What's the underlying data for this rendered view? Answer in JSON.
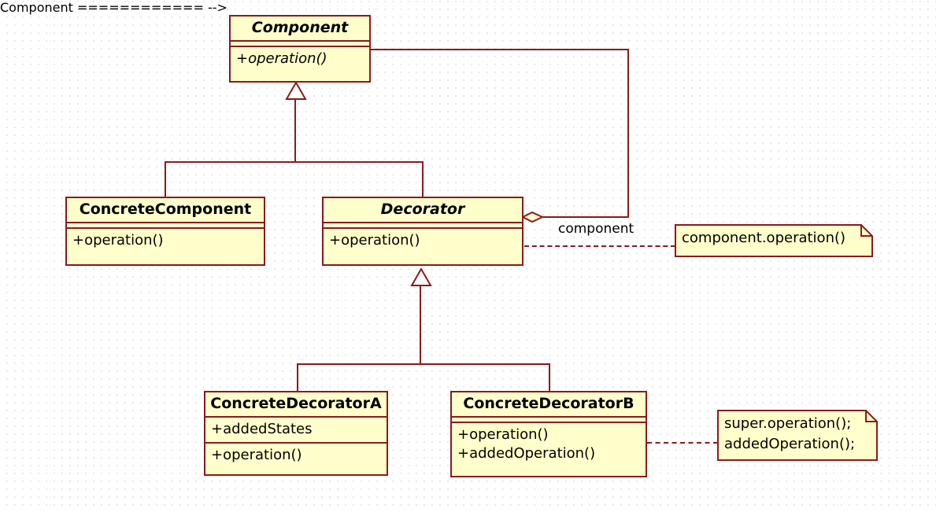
{
  "diagram": {
    "kind": "uml-class-diagram",
    "title": "Decorator pattern class diagram",
    "colors": {
      "box_fill": "#FFFFCC",
      "line": "#8B1A1A",
      "text": "#000000",
      "background": "#FFFFFF",
      "grid_dot": "#B9B9C4"
    }
  },
  "classes": {
    "component": {
      "name": "Component",
      "abstract": true,
      "methods": [
        "+operation()"
      ]
    },
    "concrete_component": {
      "name": "ConcreteComponent",
      "abstract": false,
      "methods": [
        "+operation()"
      ]
    },
    "decorator": {
      "name": "Decorator",
      "abstract": true,
      "methods": [
        "+operation()"
      ]
    },
    "concrete_decorator_a": {
      "name": "ConcreteDecoratorA",
      "abstract": false,
      "attributes": [
        "+addedStates"
      ],
      "methods": [
        "+operation()"
      ]
    },
    "concrete_decorator_b": {
      "name": "ConcreteDecoratorB",
      "abstract": false,
      "methods_line1": "+operation()",
      "methods_line2": "+addedOperation()"
    }
  },
  "relationships": {
    "aggregation_role_label": "component"
  },
  "notes": {
    "decorator_note": {
      "line1": "component.operation()"
    },
    "decorator_b_note": {
      "line1": "super.operation();",
      "line2": "addedOperation();"
    }
  }
}
